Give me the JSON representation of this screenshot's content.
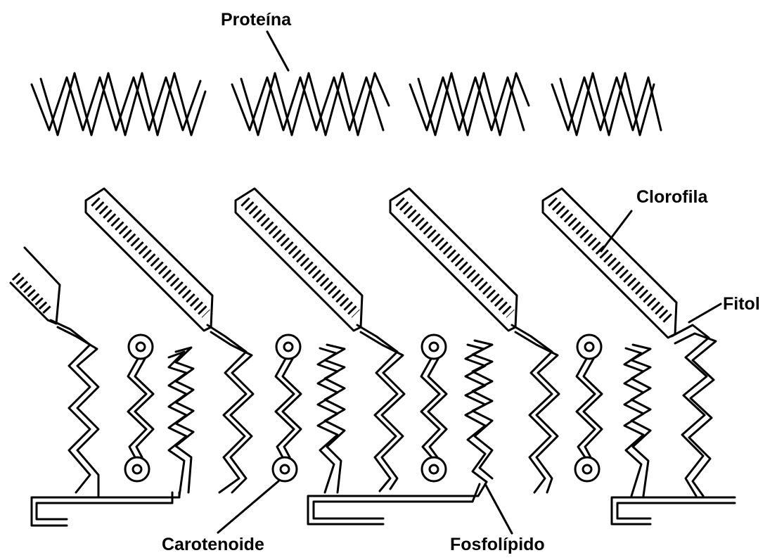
{
  "labels": {
    "protein": "Proteína",
    "chlorophyll": "Clorofila",
    "phytol": "Fitol",
    "carotenoid": "Carotenoide",
    "phospholipid": "Fosfolípido"
  },
  "colors": {
    "ink": "#000000",
    "background": "#ffffff"
  }
}
